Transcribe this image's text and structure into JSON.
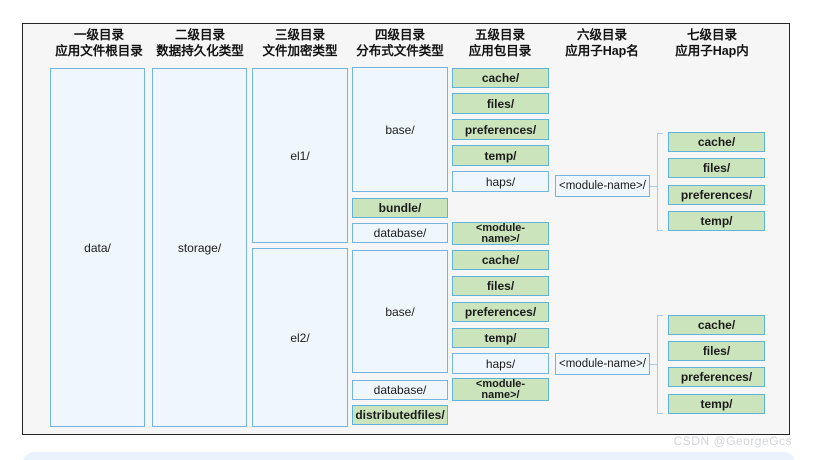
{
  "headers": [
    {
      "line1": "一级目录",
      "line2": "应用文件根目录"
    },
    {
      "line1": "二级目录",
      "line2": "数据持久化类型"
    },
    {
      "line1": "三级目录",
      "line2": "文件加密类型"
    },
    {
      "line1": "四级目录",
      "line2": "分布式文件类型"
    },
    {
      "line1": "五级目录",
      "line2": "应用包目录"
    },
    {
      "line1": "六级目录",
      "line2": "应用子Hap名"
    },
    {
      "line1": "七级目录",
      "line2": "应用子Hap内"
    }
  ],
  "nodes": {
    "data": "data/",
    "storage": "storage/",
    "el1": "el1/",
    "el2": "el2/",
    "base": "base/",
    "bundle": "bundle/",
    "database": "database/",
    "distributedfiles": "distributedfiles/",
    "cache": "cache/",
    "files": "files/",
    "preferences": "preferences/",
    "temp": "temp/",
    "haps": "haps/",
    "module_name": "<module-name>/"
  },
  "watermark": "CSDN @GeorgeGcs",
  "colors": {
    "green_fill": "#cbe4bc",
    "blue_fill": "#eff7fd",
    "box_border_blue": "#74b4e0",
    "box_border_green": "#5fb2d8",
    "frame_border": "#262626",
    "frame_background": "#f6f6f7",
    "bracket_line": "#a9cbe9",
    "note_bar": "#e9f1fb",
    "watermark_text": "#d3d5d9"
  }
}
